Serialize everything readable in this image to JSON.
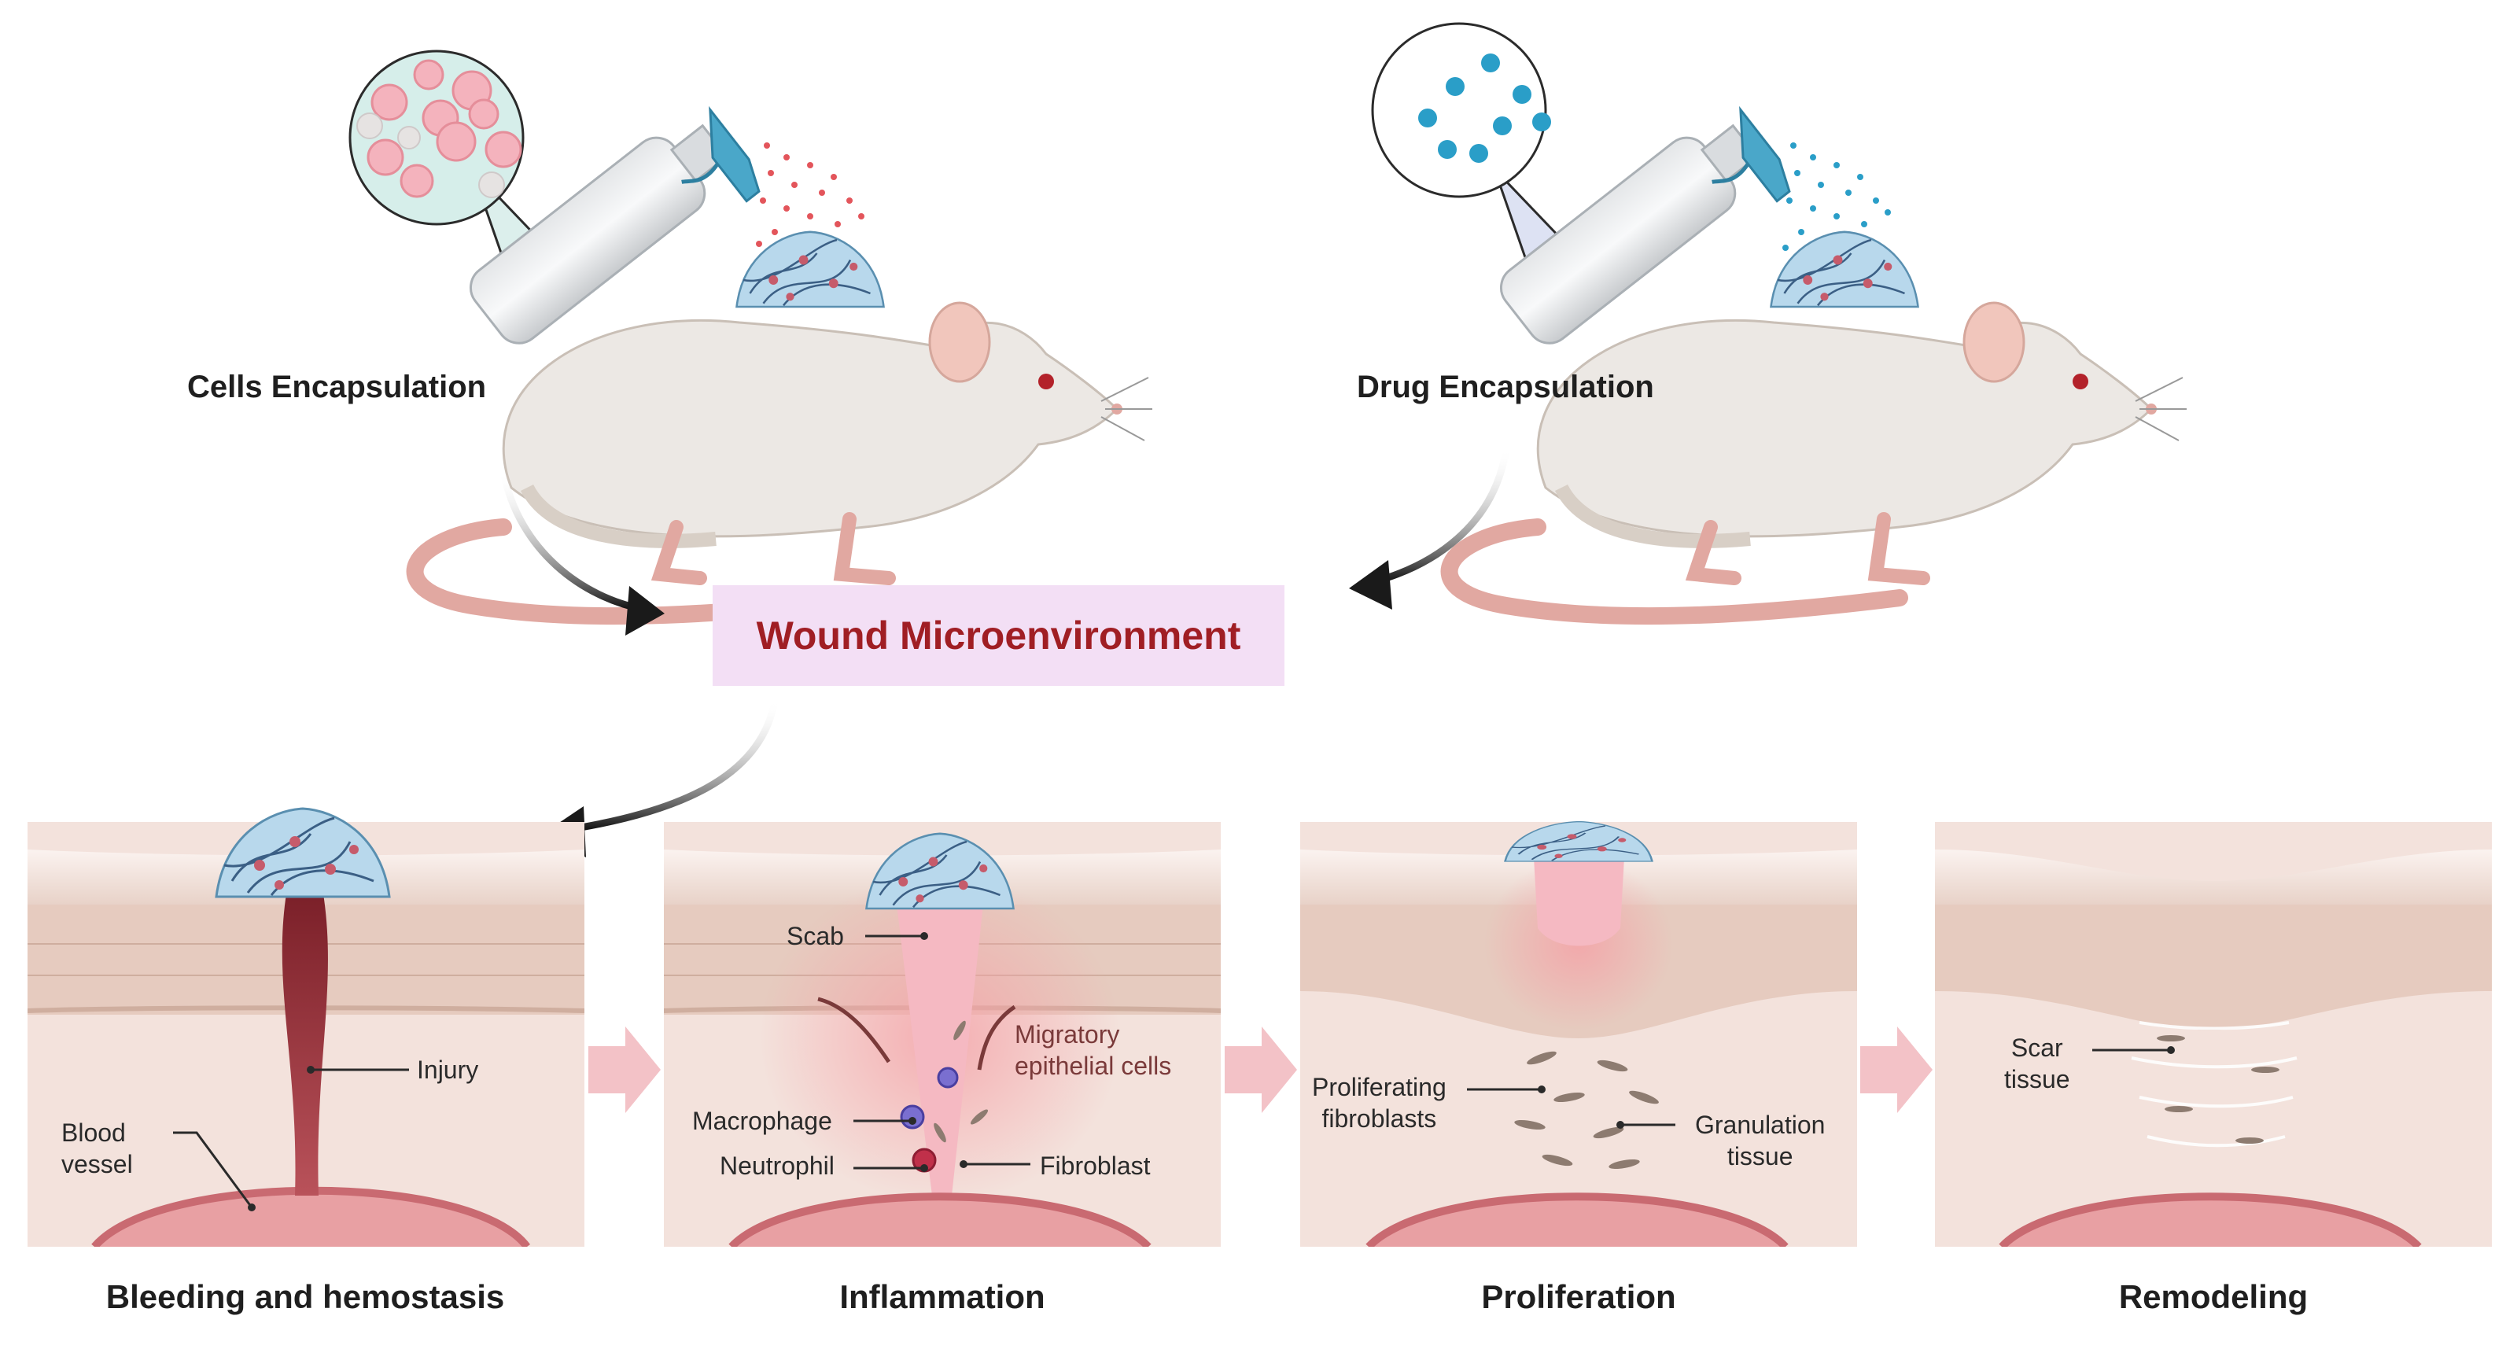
{
  "top": {
    "cells_label": "Cells Encapsulation",
    "drug_label": "Drug Encapsulation"
  },
  "center": {
    "title": "Wound Microenvironment"
  },
  "stages": [
    {
      "title": "Bleeding and hemostasis",
      "annotations": {
        "injury": "Injury",
        "blood_vessel": "Blood\nvessel"
      }
    },
    {
      "title": "Inflammation",
      "annotations": {
        "scab": "Scab",
        "migratory": "Migratory\nepithelial cells",
        "macrophage": "Macrophage",
        "neutrophil": "Neutrophil",
        "fibroblast": "Fibroblast"
      }
    },
    {
      "title": "Proliferation",
      "annotations": {
        "prolif_fibro": "Proliferating\nfibroblasts",
        "granulation": "Granulation\ntissue"
      }
    },
    {
      "title": "Remodeling",
      "annotations": {
        "scar": "Scar\ntissue"
      }
    }
  ],
  "colors": {
    "title_red": "#a01e24",
    "title_box": "#f3dff5",
    "skin_dermis": "#f1ddd6",
    "skin_epidermis": "#e2c4b8",
    "blood": "#8e2630",
    "red_drops": "#e3555b",
    "blue_drops": "#2a9ec8",
    "process_arrow": "#f3c2c7"
  }
}
